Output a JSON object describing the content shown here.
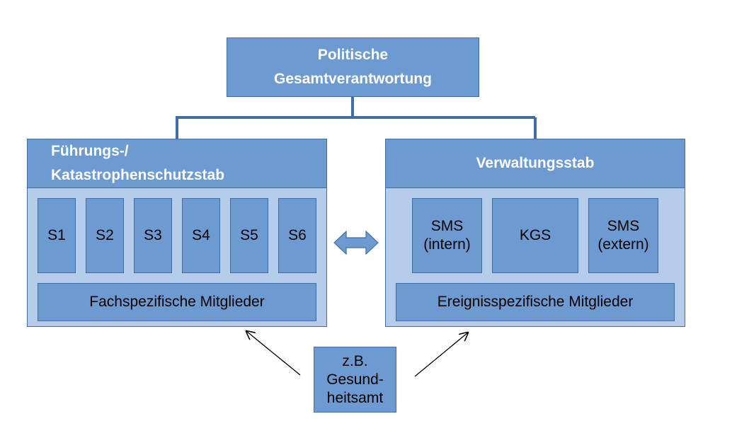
{
  "top": {
    "label": "Politische\nGesamtverantwortung"
  },
  "left_stab": {
    "title": "Führungs-/\nKatastrophenschutzstab",
    "sections": [
      "S1",
      "S2",
      "S3",
      "S4",
      "S5",
      "S6"
    ],
    "members": "Fachspezifische Mitglieder"
  },
  "right_stab": {
    "title": "Verwaltungsstab",
    "units": [
      "SMS\n(intern)",
      "KGS",
      "SMS\n(extern)"
    ],
    "members": "Ereignisspezifische Mitglieder"
  },
  "bottom": {
    "label": "z.B.\nGesund-\nheitsamt"
  },
  "colors": {
    "dark": "#6d9bd1",
    "light": "#b5cdea",
    "border": "#3f6ea6",
    "connector": "#3f6ea6"
  }
}
